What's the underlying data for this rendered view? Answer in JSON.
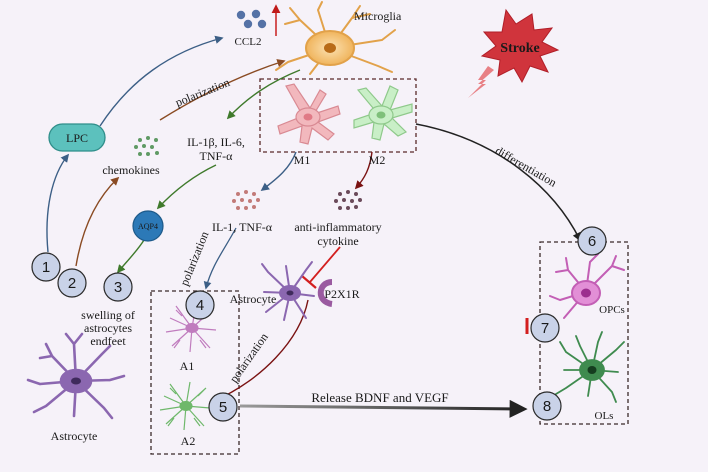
{
  "labels": {
    "microglia": "Microglia",
    "ccl2": "CCL2",
    "stroke": "Stroke",
    "polarization_top": "polarization",
    "lpc": "LPC",
    "chemokines": "chemokines",
    "il1b": "IL-1β, IL-6,",
    "tnfa_top": "TNF-α",
    "m1": "M1",
    "m2": "M2",
    "differentiation": "differentiation",
    "aqp4": "AQP4",
    "il1_tnf": "IL-1, TNF-α",
    "anti1": "anti-inflammatory",
    "anti2": "cytokine",
    "polarization_a1": "polarization",
    "astrocyte_mid": "Astrocyte",
    "p2x1r": "P2X1R",
    "swelling1": "swelling of",
    "swelling2": "astrocytes",
    "swelling3": "endfeet",
    "a1": "A1",
    "polarization_a2": "polarization",
    "release": "Release BDNF and VEGF",
    "a2": "A2",
    "astrocyte_bottom": "Astrocyte",
    "opcs": "OPCs",
    "ols": "OLs"
  },
  "steps": [
    "1",
    "2",
    "3",
    "4",
    "5",
    "6",
    "7",
    "8"
  ],
  "colors": {
    "background": "#f6f2f9",
    "arrow_blue": "#3c5f86",
    "arrow_brown": "#8a4b23",
    "arrow_green": "#3f7a2c",
    "arrow_darkred": "#7a1212",
    "inhibit_red": "#d31f1f",
    "circle_fill": "#c9d2e8",
    "stroke_red": "#d0343c",
    "lpc_fill": "#5cc1bd",
    "aqp4_fill": "#2c79b7",
    "m1_fill": "#f2b8bd",
    "m2_fill": "#c9efc7",
    "microglia_fill": "#f4c27a",
    "astro_purple": "#8b67b0",
    "opc_fill": "#d774c9",
    "ol_fill": "#3f8b4f"
  }
}
